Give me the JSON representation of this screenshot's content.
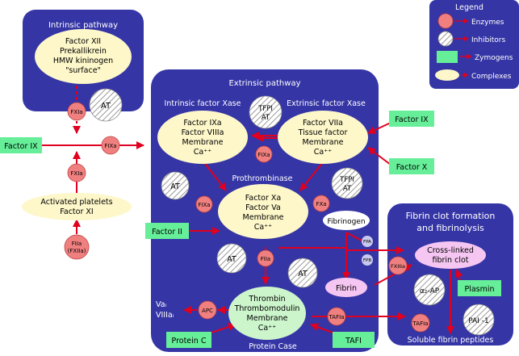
{
  "legend": {
    "title": "Legend",
    "enzymes": "Enzymes",
    "inhibitors": "Inhibitors",
    "zymogens": "Zymogens",
    "complexes": "Complexes"
  },
  "intrinsic": {
    "title": "Intrinsic pathway",
    "complex_lines": [
      "Factor XII",
      "Prekallikrein",
      "HMW kininogen",
      "\"surface\""
    ]
  },
  "left": {
    "factor_ix": "Factor IX",
    "fxia_top": "FXIa",
    "fxia_bottom": "FXIa",
    "at": "AT",
    "platelets_lines": [
      "Activated platelets",
      "Factor XI"
    ],
    "fiia_lines": [
      "FIIa",
      "(FXIIa)"
    ]
  },
  "extrinsic": {
    "title": "Extrinsic pathway",
    "intrinsic_xase_title": "Intrinsic factor Xase",
    "extrinsic_xase_title": "Extrinsic factor Xase",
    "intrinsic_xase_lines": [
      "Factor IXa",
      "Factor VIIIa",
      "Membrane",
      "Ca⁺⁺"
    ],
    "extrinsic_xase_lines": [
      "Factor VIIa",
      "Tissue factor",
      "Membrane",
      "Ca⁺⁺"
    ],
    "tfpi_top_lines": [
      "TFPI",
      "AT"
    ],
    "tfpi_mid_lines": [
      "TFPI",
      "AT"
    ],
    "fixa_entry": "FIXa",
    "fixa_center": "FIXa",
    "fixa_left": "FIXa",
    "fxa": "FXa",
    "fiia": "FIIa",
    "apc": "APC",
    "prothrombinase_title": "Prothrombinase",
    "prothrombinase_lines": [
      "Factor Xa",
      "Factor Va",
      "Membrane",
      "Ca⁺⁺"
    ],
    "at_left": "AT",
    "at_lower": "AT",
    "at_center": "AT",
    "fibrinogen": "Fibrinogen",
    "fibrin": "Fibrin",
    "fpa": "FPA",
    "fpb": "FPB",
    "thrombin_lines": [
      "Thrombin",
      "Thrombomodulin",
      "Membrane",
      "Ca⁺⁺"
    ],
    "protein_case": "Protein Case",
    "va_lines": [
      "Vaᵢ",
      "VIIIaᵢ"
    ]
  },
  "zymogens": {
    "factor_ix_right": "Factor IX",
    "factor_x": "Factor X",
    "factor_ii": "Factor II",
    "protein_c": "Protein C",
    "tafi": "TAFI",
    "plasmin": "Plasmin"
  },
  "fibrinolysis": {
    "title_lines": [
      "Fibrin clot formation",
      "and fibrinolysis"
    ],
    "crosslinked_lines": [
      "Cross-linked",
      "fibrin clot"
    ],
    "fxiiia": "FXIIIa",
    "tafia_mid": "TAFIa",
    "tafia_low": "TAFIa",
    "alpha2ap": "α₂-AP",
    "pai1": "PAI -1",
    "soluble": "Soluble fibrin peptides"
  },
  "colors": {
    "panel": "#3535a6",
    "complex": "#fdf7c9",
    "enzyme": "#f08080",
    "zymogen": "#66ee99",
    "arrow": "#e0001f",
    "fibrin_box": "#f6c6f2",
    "small_factor": "#c8c8ee"
  }
}
